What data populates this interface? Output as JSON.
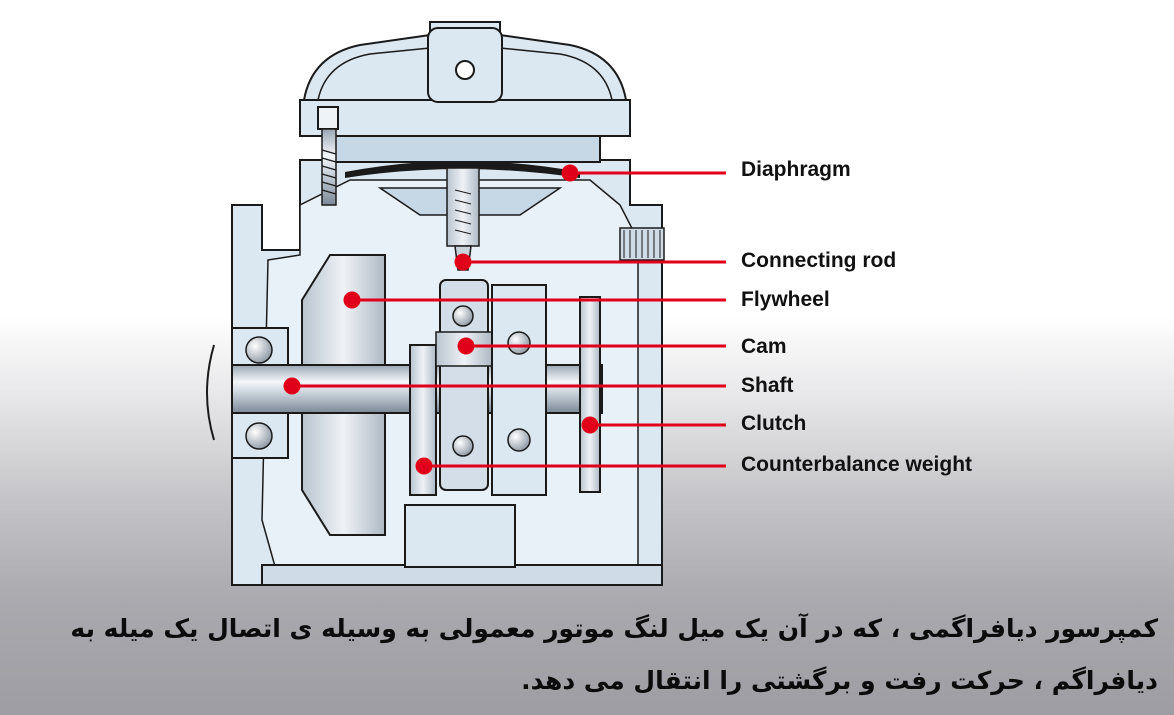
{
  "labels": {
    "diaphragm": "Diaphragm",
    "connecting_rod": "Connecting rod",
    "flywheel": "Flywheel",
    "cam": "Cam",
    "shaft": "Shaft",
    "clutch": "Clutch",
    "counterbalance_weight": "Counterbalance weight"
  },
  "caption": "کمپرسور دیافراگمی ، که در آن یک میل لنگ موتور معمولی به وسیله ی اتصال یک میله به دیافراگم ، حرکت رفت و برگشتی را انتقال می دهد.",
  "colors": {
    "body": "#dbe8f2",
    "outline": "#1a1a1a",
    "steel": "#c9d3dc",
    "callout": "#e0001a"
  }
}
